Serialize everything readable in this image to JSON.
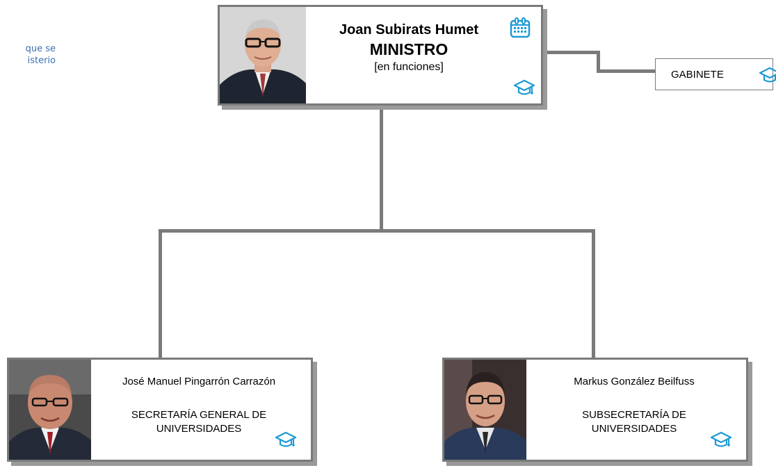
{
  "side_note": {
    "line1": "que se",
    "line2": "isterio"
  },
  "minister": {
    "name": "Joan Subirats Humet",
    "role": "MINISTRO",
    "status": "[en funciones]",
    "icons": [
      "calendar-icon",
      "graduation-cap-icon"
    ]
  },
  "gabinete": {
    "label": "GABINETE",
    "icon": "graduation-cap-icon"
  },
  "secretaria": {
    "name": "José Manuel Pingarrón Carrazón",
    "unit_line1": "SECRETARÍA GENERAL DE",
    "unit_line2": "UNIVERSIDADES",
    "icon": "graduation-cap-icon"
  },
  "subsecretaria": {
    "name": "Markus González Beilfuss",
    "unit_line1": "SUBSECRETARÍA DE",
    "unit_line2": "UNIVERSIDADES",
    "icon": "graduation-cap-icon"
  },
  "colors": {
    "connector": "#7a7a7a",
    "icon_blue": "#1a9ad6",
    "note_blue": "#3a6fb0"
  }
}
